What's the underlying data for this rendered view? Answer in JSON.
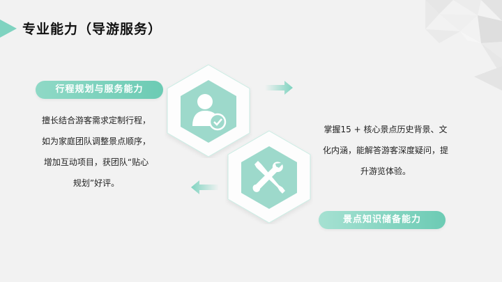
{
  "header": {
    "title": "专业能力（导游服务）"
  },
  "left_section": {
    "label": "行程规划与服务能力",
    "description_lines": [
      "擅长结合游客需求定制行程，",
      "如为家庭团队调整景点顺序，",
      "增加互动项目，获团队“贴心",
      "规划”好评。"
    ],
    "icon": "user-check-icon"
  },
  "right_section": {
    "label": "景点知识储备能力",
    "description_lines": [
      "掌握15 + 核心景点历史背景、文",
      "化内涵，能解答游客深度疑问，提",
      "升游览体验。"
    ],
    "icon": "wrench-screwdriver-icon"
  },
  "colors": {
    "accent": "#6ccbb4",
    "hex_fill": "#9dd9cb",
    "background": "#f2f2f2"
  }
}
